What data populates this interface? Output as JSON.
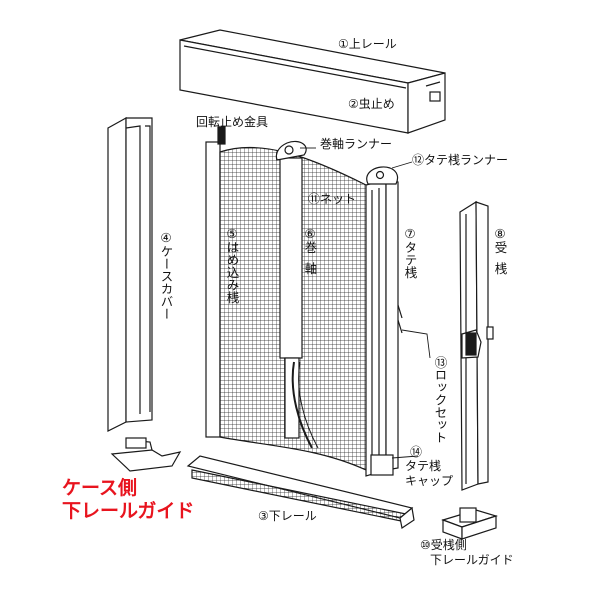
{
  "colors": {
    "line": "#1a1a1a",
    "accent": "#e8141e",
    "mesh": "#222222",
    "fill": "#ffffff"
  },
  "labels": {
    "top_rail": "①上レール",
    "insect_stop": "②虫止め",
    "rotation_stopper": "回転止め金具",
    "roller_runner": "巻軸ランナー",
    "vertical_runner": "⑫タテ桟ランナー",
    "net": "⑪ネット",
    "case_cover": "④ケースカバー",
    "fitting_bar": "⑤はめ込み桟",
    "roller_shaft_a": "⑥巻",
    "roller_shaft_b": "軸",
    "vertical_bar": "⑦タテ桟",
    "receiving_bar_a": "⑧受",
    "receiving_bar_b": "桟",
    "lock_set": "⑬ロックセット",
    "vbar_cap_a": "⑭",
    "vbar_cap_b": "タテ桟",
    "vbar_cap_c": "キャップ",
    "bottom_rail": "③下レール",
    "receiving_guide_a": "⑩受桟側",
    "receiving_guide_b": "下レールガイド",
    "case_side_a": "ケース側",
    "case_side_b": "下レールガイド"
  }
}
